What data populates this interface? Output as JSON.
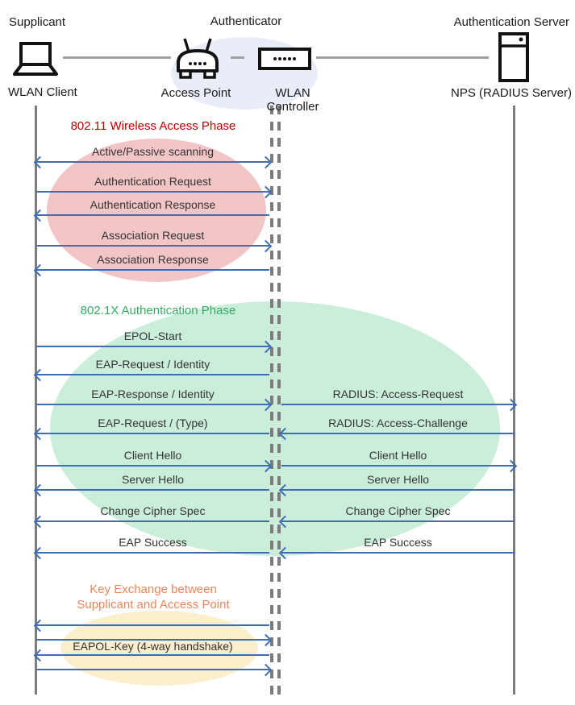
{
  "actors": {
    "supplicant": {
      "role": "Supplicant",
      "device": "WLAN Client",
      "icon": "laptop-icon"
    },
    "authenticator": {
      "role": "Authenticator",
      "devices": [
        {
          "label": "Access Point",
          "icon": "wireless-router-icon"
        },
        {
          "label": "WLAN Controller",
          "icon": "controller-box-icon"
        }
      ],
      "highlight_color": "#e9edf8"
    },
    "auth_server": {
      "role": "Authentication Server",
      "device": "NPS (RADIUS Server)",
      "icon": "server-tower-icon"
    }
  },
  "phases": [
    {
      "title": "802.11 Wireless Access Phase",
      "title_color": "#c00000",
      "ellipse_color": "#f2c5c7"
    },
    {
      "title": "802.1X Authentication Phase",
      "title_color": "#2fae63",
      "ellipse_color": "#cbeedb"
    },
    {
      "title_line1": "Key Exchange between",
      "title_line2": "Supplicant and Access Point",
      "title_color": "#e8875c",
      "ellipse_color": "#fcefcb"
    }
  ],
  "messages_left": [
    {
      "label": "Active/Passive scanning",
      "direction": "both"
    },
    {
      "label": "Authentication Request",
      "direction": "right"
    },
    {
      "label": "Authentication Response",
      "direction": "left"
    },
    {
      "label": "Association Request",
      "direction": "right"
    },
    {
      "label": "Association Response",
      "direction": "left"
    },
    {
      "label": "EPOL-Start",
      "direction": "right"
    },
    {
      "label": "EAP-Request / Identity",
      "direction": "left"
    },
    {
      "label": "EAP-Response / Identity",
      "direction": "right"
    },
    {
      "label": "EAP-Request / (Type)",
      "direction": "left"
    },
    {
      "label": "Client Hello",
      "direction": "right"
    },
    {
      "label": "Server Hello",
      "direction": "left"
    },
    {
      "label": "Change Cipher Spec",
      "direction": "left"
    },
    {
      "label": "EAP Success",
      "direction": "left"
    },
    {
      "label": "",
      "direction": "left"
    },
    {
      "label": "",
      "direction": "right"
    },
    {
      "label": "EAPOL-Key (4-way handshake)",
      "direction": "left"
    },
    {
      "label": "",
      "direction": "right"
    }
  ],
  "messages_right": [
    {
      "label": "RADIUS: Access-Request",
      "direction": "right"
    },
    {
      "label": "RADIUS: Access-Challenge",
      "direction": "left"
    },
    {
      "label": "Client Hello",
      "direction": "right"
    },
    {
      "label": "Server Hello",
      "direction": "left"
    },
    {
      "label": "Change Cipher Spec",
      "direction": "left"
    },
    {
      "label": "EAP Success",
      "direction": "left"
    }
  ],
  "colors": {
    "arrow": "#3e6db5",
    "lifeline": "#7c7c7c",
    "connector": "#a0a0a0"
  }
}
